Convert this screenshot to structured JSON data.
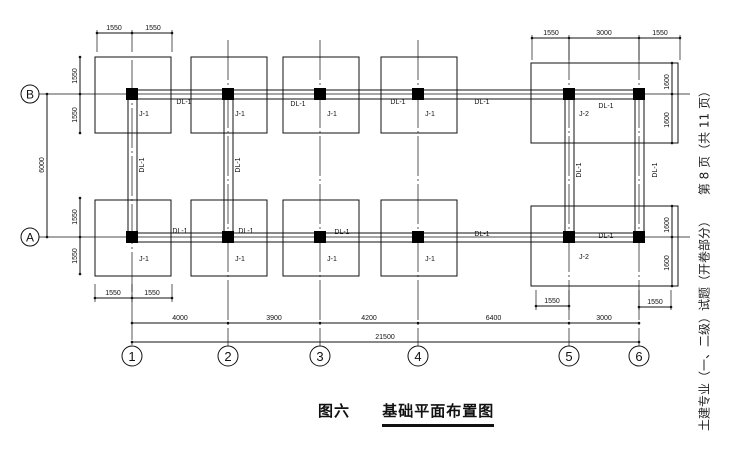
{
  "caption": {
    "figure_no": "图六",
    "title": "基础平面布置图"
  },
  "side_note": {
    "exam": "土建专业（一、二级）试题（开卷部分）",
    "page": "第 8 页（共 11 页）"
  },
  "axes": {
    "columns": [
      "1",
      "2",
      "3",
      "4",
      "5",
      "6"
    ],
    "rows": [
      "A",
      "B"
    ]
  },
  "dimensions": {
    "spans": [
      "4000",
      "3900",
      "4200",
      "6400",
      "3000"
    ],
    "total": "21500",
    "row_spacing": "6000",
    "j1_half": "1550",
    "j2_half_y": "1600",
    "j2_between": "3000"
  },
  "labels": {
    "footing_1": "J-1",
    "footing_2": "J-2",
    "beam": "DL-1"
  }
}
